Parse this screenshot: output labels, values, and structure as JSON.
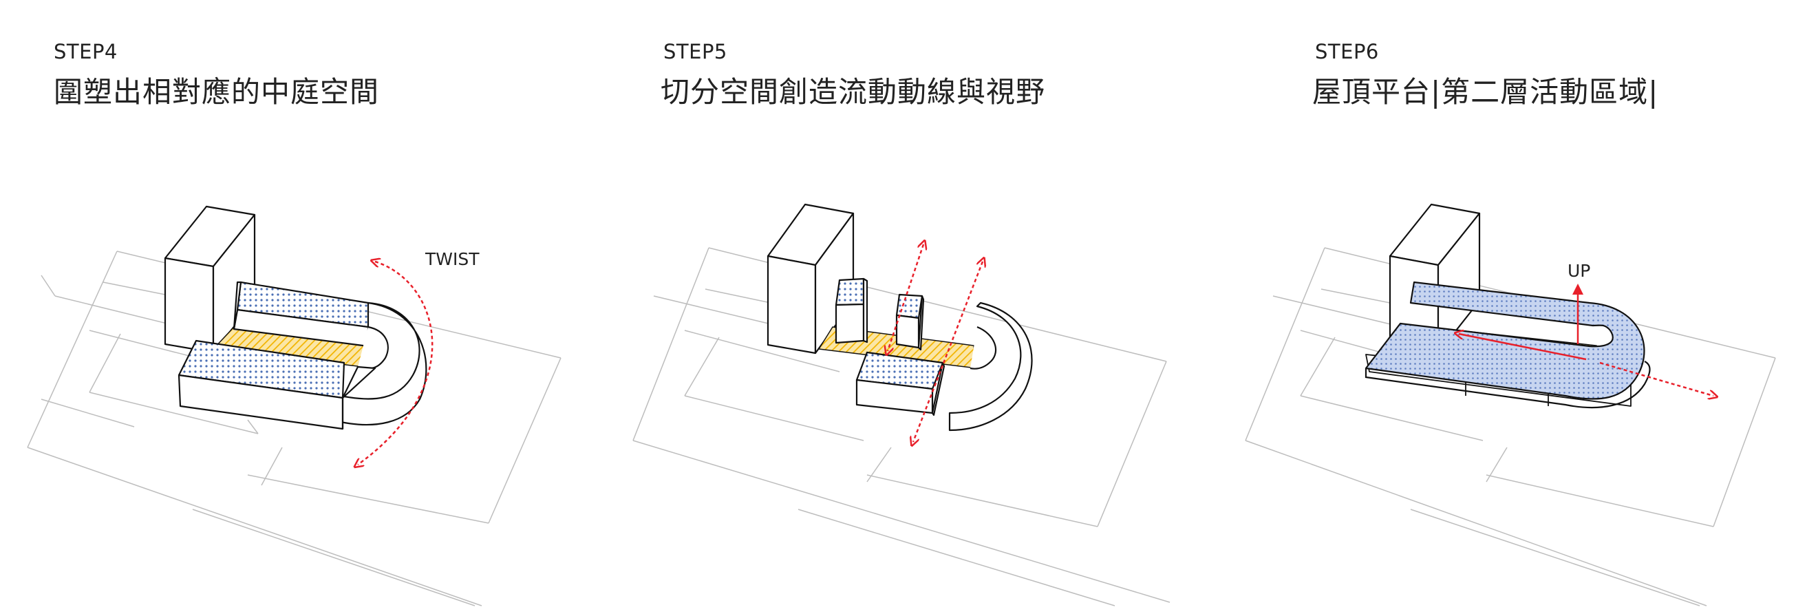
{
  "panels": [
    {
      "step": "STEP4",
      "title": "圍塑出相對應的中庭空間",
      "annotation": "TWIST"
    },
    {
      "step": "STEP5",
      "title": "切分空間創造流動動線與視野"
    },
    {
      "step": "STEP6",
      "title": "屋頂平台|第二層活動區域|",
      "annotation": "UP"
    }
  ],
  "colors": {
    "accent_red": "#e8202a",
    "courtyard_yellow": "#f2c231",
    "mass_blue": "#b9c9ea",
    "line": "#111111",
    "site_line": "#bdbdbd"
  }
}
